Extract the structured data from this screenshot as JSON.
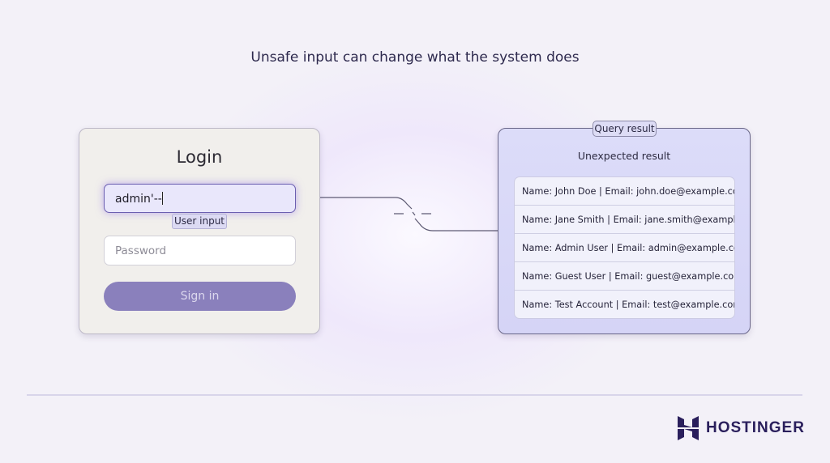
{
  "title": "Unsafe input can change what the system does",
  "login": {
    "title": "Login",
    "username_value": "admin'--",
    "user_input_label": "User input",
    "password_placeholder": "Password",
    "sign_in_label": "Sign in"
  },
  "result": {
    "tag": "Query result",
    "heading": "Unexpected result",
    "rows": [
      "Name: John Doe | Email: john.doe@example.com",
      "Name: Jane Smith | Email: jane.smith@example.com",
      "Name: Admin User | Email: admin@example.com",
      "Name: Guest User | Email: guest@example.com",
      "Name: Test Account | Email: test@example.com"
    ]
  },
  "brand": {
    "name": "HOSTINGER",
    "color": "#2a1f5c"
  },
  "colors": {
    "accent": "#8a80bc",
    "input_border": "#6b5fb0"
  }
}
